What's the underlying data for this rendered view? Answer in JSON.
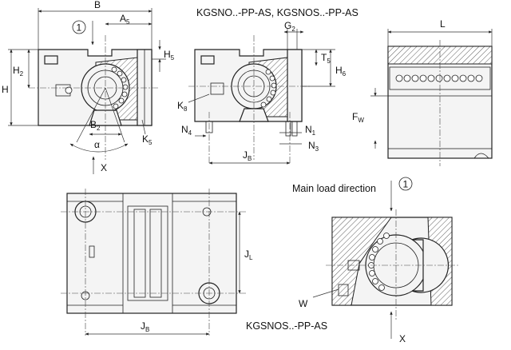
{
  "captions": {
    "top": "KGSNO..-PP-AS, KGSNOS..-PP-AS",
    "bottom": "KGSNOS..-PP-AS",
    "load": "Main load direction"
  },
  "markers": {
    "one_a": "1",
    "one_b": "1"
  },
  "dims": {
    "B": "B",
    "A5": [
      "A",
      "5"
    ],
    "H": "H",
    "H2": [
      "H",
      "2"
    ],
    "H5": [
      "H",
      "5"
    ],
    "B2": [
      "B",
      "2"
    ],
    "alpha": "α",
    "K5": [
      "K",
      "5"
    ],
    "X1": "X",
    "G2": [
      "G",
      "2"
    ],
    "T5": [
      "T",
      "5"
    ],
    "H6": [
      "H",
      "6"
    ],
    "K8": [
      "K",
      "8"
    ],
    "N4": [
      "N",
      "4"
    ],
    "N1": [
      "N",
      "1"
    ],
    "N3": [
      "N",
      "3"
    ],
    "JB_top": [
      "J",
      "B"
    ],
    "L": "L",
    "FW": [
      "F",
      "W"
    ],
    "JL": [
      "J",
      "L"
    ],
    "JB_bottom": [
      "J",
      "B"
    ],
    "W": "W",
    "X2": "X"
  }
}
